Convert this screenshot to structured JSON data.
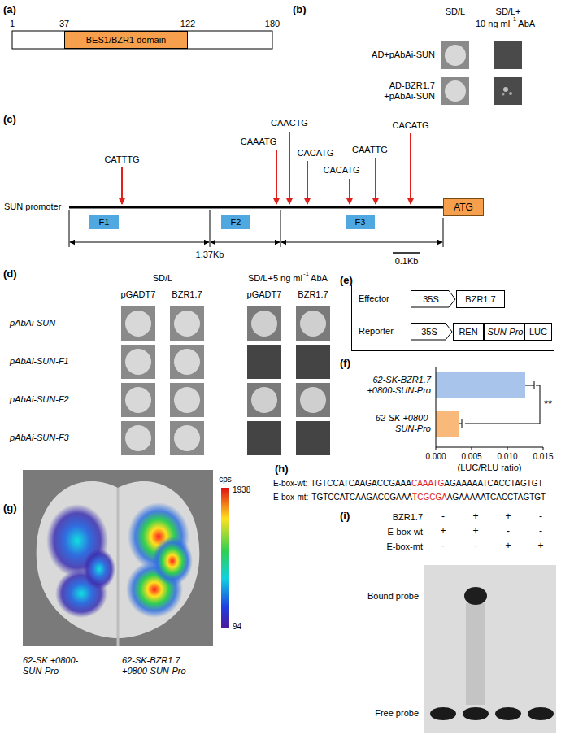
{
  "diagram": {
    "nodes": [
      {
        "text": [
          "BES1/BZR1 domain"
        ]
      },
      {
        "text": [
          "F1"
        ]
      },
      {
        "text": [
          "F2"
        ]
      },
      {
        "text": [
          "F3"
        ]
      },
      {
        "text": [
          "ATG"
        ]
      },
      {
        "text": [
          "Effector",
          "Reporter"
        ]
      },
      {
        "text": [
          "35S"
        ],
        "in": 5
      },
      {
        "text": [
          "BZR1.7"
        ],
        "in": 5
      },
      {
        "text": [
          "35S"
        ],
        "in": 5
      },
      {
        "text": [
          "REN"
        ],
        "in": 5
      },
      {
        "text": [
          "SUN-Pro"
        ],
        "in": 5
      },
      {
        "text": [
          "LUC"
        ],
        "in": 5
      }
    ],
    "labels": [
      "(a)",
      "1",
      "37",
      "122",
      "180",
      "(b)",
      "SD/L",
      "SD/L+",
      "10 ng ml",
      "-1",
      "AbA",
      "AD+pAbAi-SUN",
      "AD-BZR1.7 +pAbAi-SUN",
      "(c)",
      "CATTTG",
      "CAAATG",
      "CAACTG",
      "CACATG",
      "CACATG",
      "CAATTG",
      "CACATG",
      "SUN promoter",
      "1.37Kb",
      "0.1Kb",
      "(d)",
      "SD/L",
      "SD/L+5 ng ml",
      "-1",
      "AbA",
      "pGADT7",
      "BZR1.7",
      "pGADT7",
      "BZR1.7",
      "pAbAi-SUN",
      "pAbAi-SUN-F1",
      "pAbAi-SUN-F2",
      "pAbAi-SUN-F3",
      "(e)",
      "(f)",
      "62-SK-BZR1.7 +0800-SUN-Pro",
      "62-SK +0800-SUN-Pro",
      "**",
      "0.000",
      "0.005",
      "0.010",
      "0.015",
      "(LUC/RLU ratio)",
      "(g)",
      "cps",
      "1938",
      "94",
      "62-SK +0800-SUN-Pro",
      "62-SK-BZR1.7 +0800-SUN-Pro",
      "(h)",
      "E-box-wt:",
      "TGTCCATCAAGACCGAAA",
      "CAAATG",
      "AGAAAAATCACCTAGTGT",
      "E-box-mt:",
      "TGTCCATCAAGACCGAAA",
      "TCGCGA",
      "AGAAAAATCACCTAGTGT",
      "(i)",
      "BZR1.7",
      "-",
      "+",
      "+",
      "-",
      "E-box-wt",
      "+",
      "+",
      "-",
      "-",
      "E-box-mt",
      "-",
      "-",
      "+",
      "+",
      "Bound probe",
      "Free probe"
    ]
  }
}
